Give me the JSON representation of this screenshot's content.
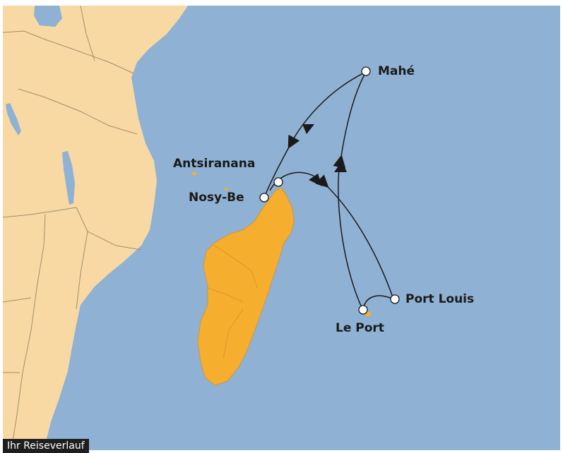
{
  "caption": "Ihr Reiseverlauf",
  "ports": [
    {
      "id": "mahe",
      "label": "Mahé"
    },
    {
      "id": "antsiranana",
      "label": "Antsiranana"
    },
    {
      "id": "nosy-be",
      "label": "Nosy-Be"
    },
    {
      "id": "port-louis",
      "label": "Port Louis"
    },
    {
      "id": "le-port",
      "label": "Le Port"
    }
  ],
  "colors": {
    "ocean": "#8fb1d3",
    "mainland": "#f8d9a3",
    "madagascar": "#f5ae2e",
    "border": "#9f8f6e",
    "route": "#1a1a1a",
    "port_marker": "#ffffff"
  }
}
